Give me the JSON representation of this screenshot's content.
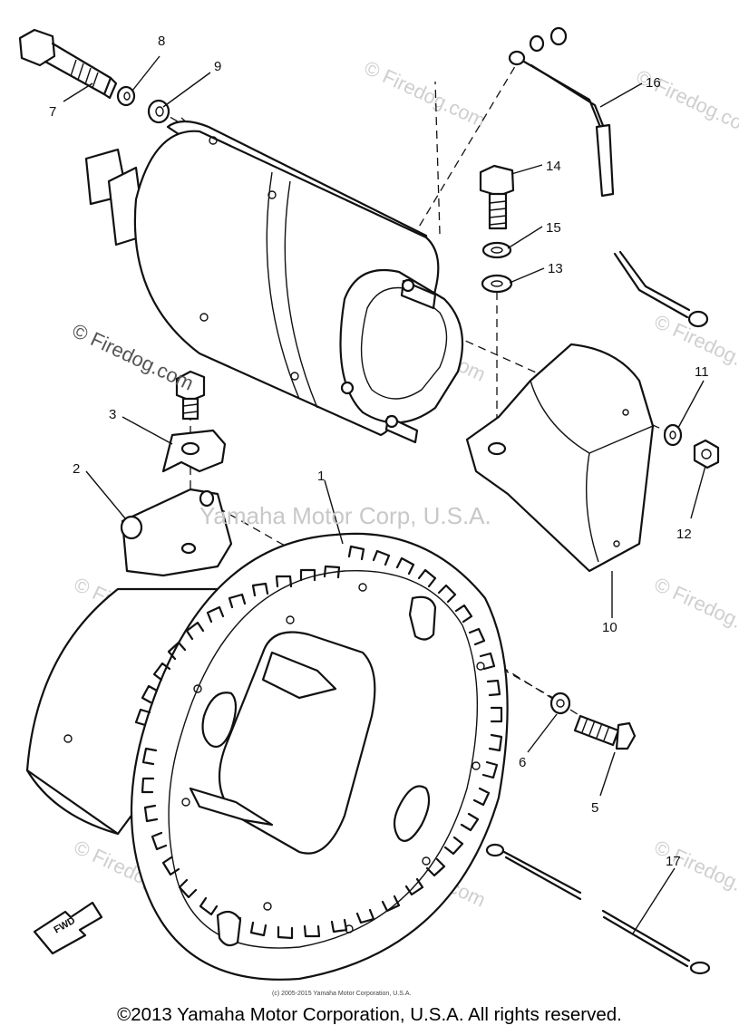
{
  "watermarks": [
    "© Firedog.com"
  ],
  "overlay_text": "Yamaha Motor Corp, U.S.A.",
  "fwd_label": "FWD",
  "small_copyright": "(c) 2005-2015 Yamaha Motor Corporation, U.S.A.",
  "copyright": "©2013 Yamaha Motor Corporation, U.S.A. All rights reserved.",
  "callouts": [
    "1",
    "2",
    "3",
    "5",
    "6",
    "7",
    "8",
    "9",
    "10",
    "11",
    "12",
    "13",
    "14",
    "15",
    "16",
    "17"
  ],
  "colors": {
    "line": "#111111",
    "watermark": "#cfcfcf",
    "background": "#ffffff"
  }
}
